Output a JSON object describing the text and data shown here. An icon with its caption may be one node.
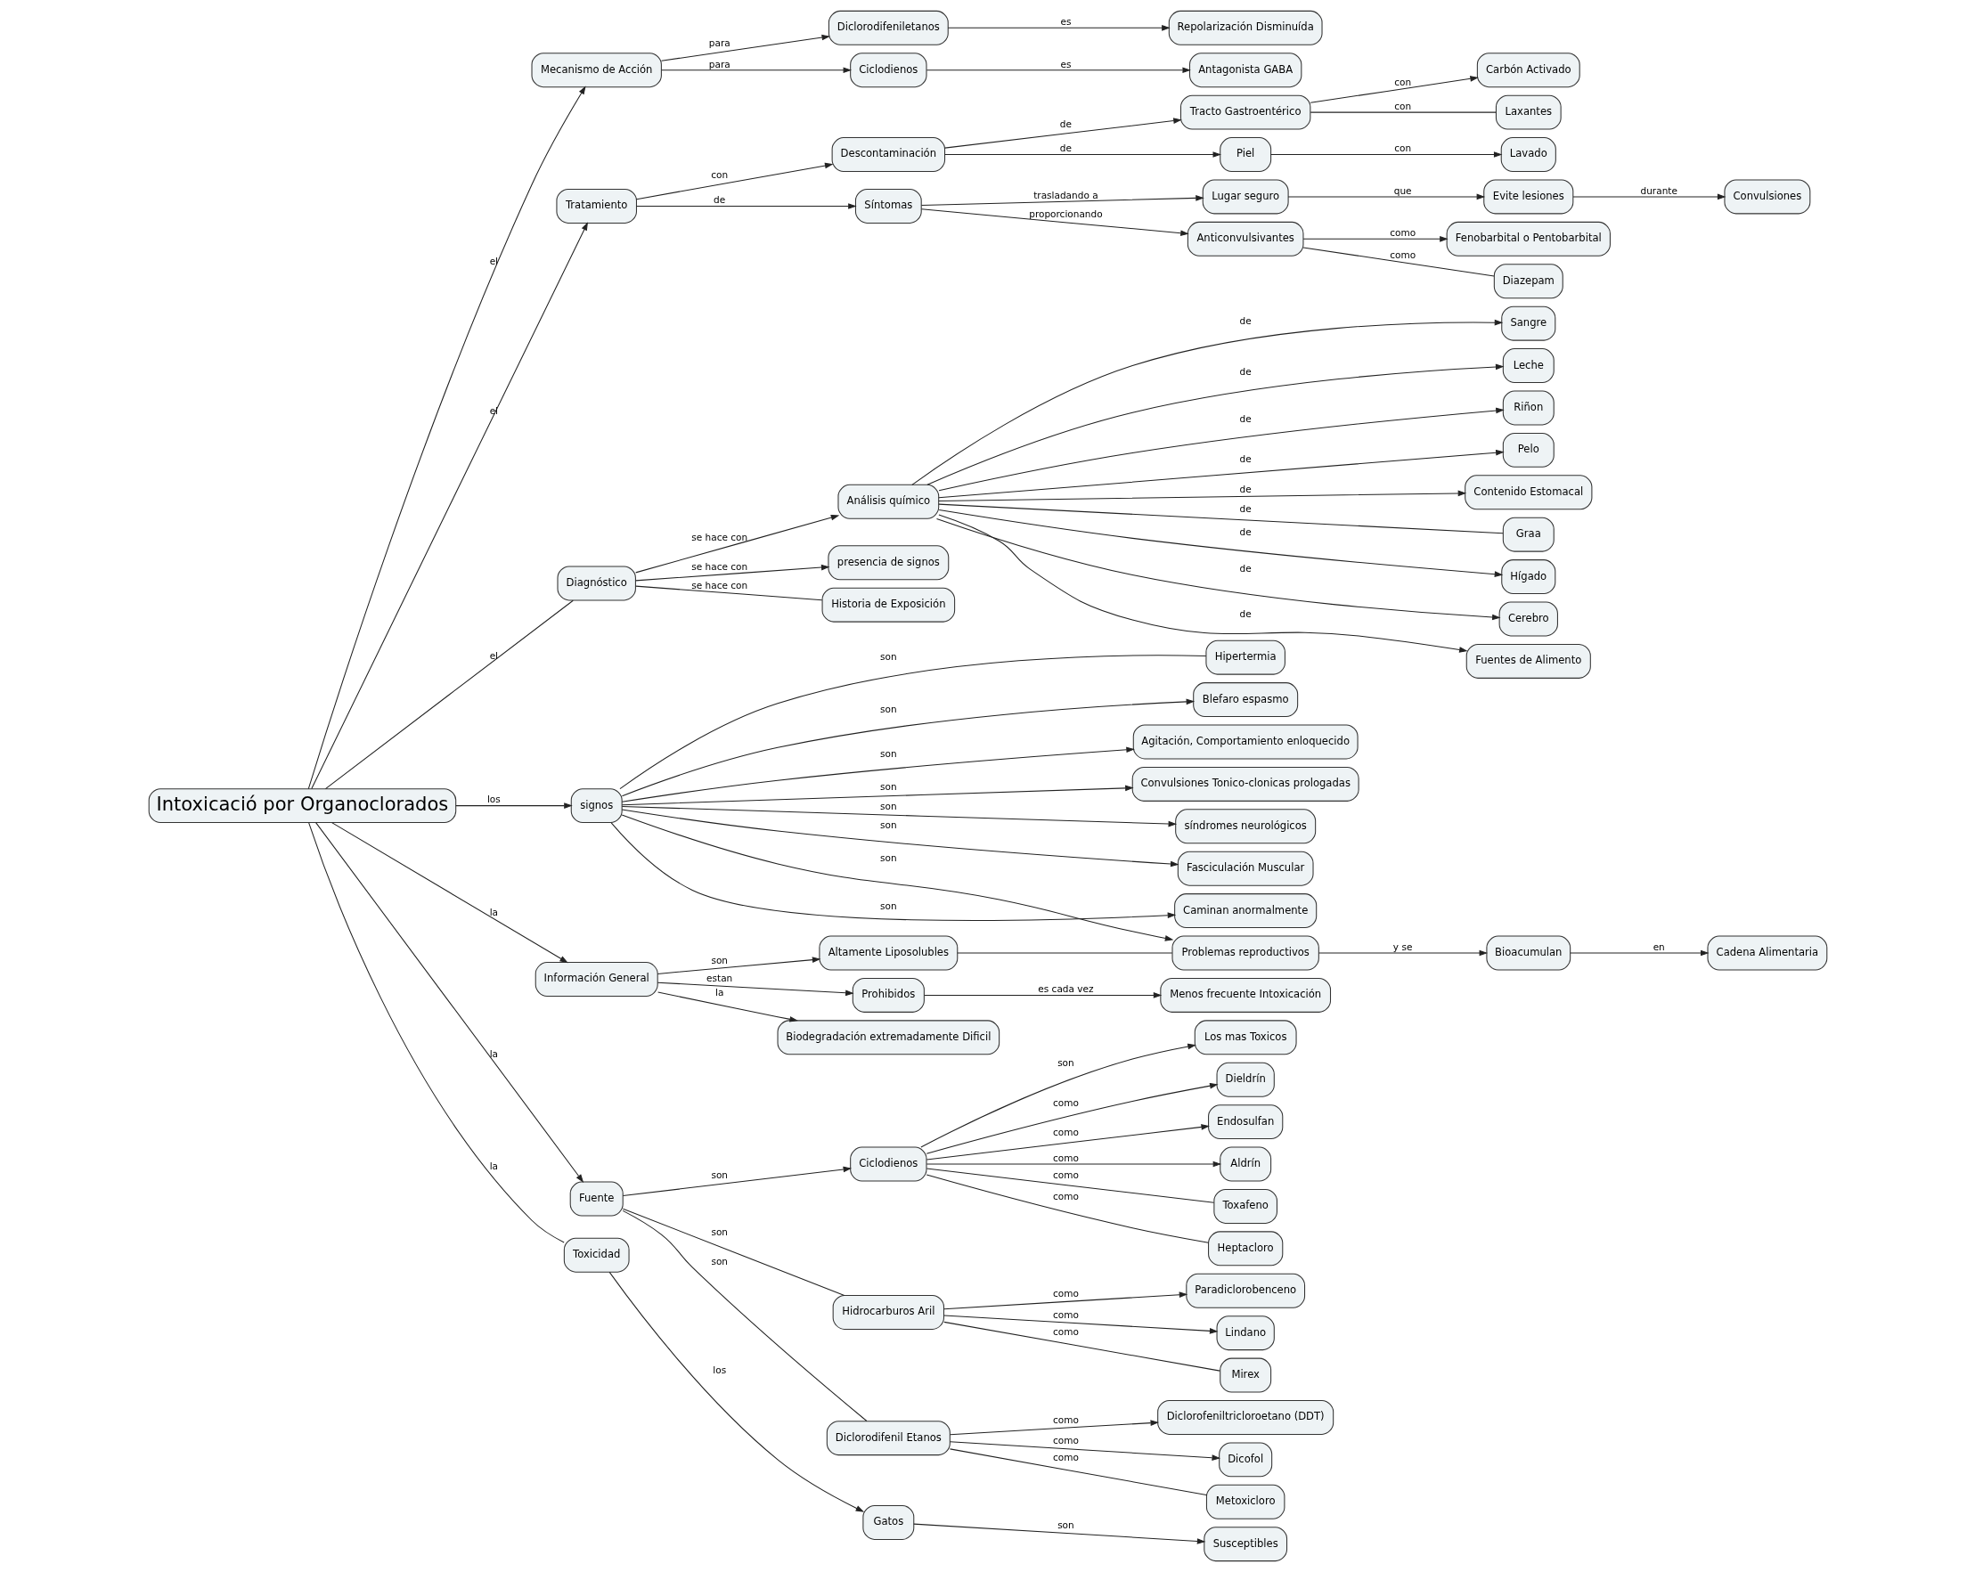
{
  "diagram": {
    "nodes": [
      {
        "text": [
          "Intoxicació por Organoclorados"
        ]
      },
      {
        "text": [
          "Mecanismo de Acción"
        ]
      },
      {
        "text": [
          "Diclorodifeniletanos"
        ]
      },
      {
        "text": [
          "Repolarización Disminuída"
        ]
      },
      {
        "text": [
          "Ciclodienos"
        ]
      },
      {
        "text": [
          "Antagonista GABA"
        ]
      },
      {
        "text": [
          "Tratamiento"
        ]
      },
      {
        "text": [
          "Descontaminación"
        ]
      },
      {
        "text": [
          "Tracto Gastroentérico"
        ]
      },
      {
        "text": [
          "Carbón Activado"
        ]
      },
      {
        "text": [
          "Laxantes"
        ]
      },
      {
        "text": [
          "Piel"
        ]
      },
      {
        "text": [
          "Lavado"
        ]
      },
      {
        "text": [
          "Síntomas"
        ]
      },
      {
        "text": [
          "Lugar seguro"
        ]
      },
      {
        "text": [
          "Evite lesiones"
        ]
      },
      {
        "text": [
          "Convulsiones"
        ]
      },
      {
        "text": [
          "Anticonvulsivantes"
        ]
      },
      {
        "text": [
          "Fenobarbital o Pentobarbital"
        ]
      },
      {
        "text": [
          "Diazepam"
        ]
      },
      {
        "text": [
          "Diagnóstico"
        ]
      },
      {
        "text": [
          "Análisis químico"
        ]
      },
      {
        "text": [
          "presencia de signos"
        ]
      },
      {
        "text": [
          "Historia de Exposición"
        ]
      },
      {
        "text": [
          "Hígado"
        ]
      },
      {
        "text": [
          "Cerebro"
        ]
      },
      {
        "text": [
          "Fuentes de Alimento"
        ]
      },
      {
        "text": [
          "Sangre"
        ]
      },
      {
        "text": [
          "Leche"
        ]
      },
      {
        "text": [
          "Riñon"
        ]
      },
      {
        "text": [
          "Pelo"
        ]
      },
      {
        "text": [
          "Contenido Estomacal"
        ]
      },
      {
        "text": [
          "Graa"
        ]
      },
      {
        "text": [
          "signos"
        ]
      },
      {
        "text": [
          "Blefaro espasmo"
        ]
      },
      {
        "text": [
          "Agitación, Comportamiento enloquecido"
        ]
      },
      {
        "text": [
          "Convulsiones Tonico-clonicas prologadas"
        ]
      },
      {
        "text": [
          "síndromes neurológicos"
        ]
      },
      {
        "text": [
          "Problemas reproductivos"
        ]
      },
      {
        "text": [
          "Bioacumulan"
        ]
      },
      {
        "text": [
          "Cadena Alimentaria"
        ]
      },
      {
        "text": [
          "Fasciculación Muscular"
        ]
      },
      {
        "text": [
          "Caminan anormalmente"
        ]
      },
      {
        "text": [
          "Hipertermia"
        ]
      },
      {
        "text": [
          "Información General"
        ]
      },
      {
        "text": [
          "Biodegradación extremadamente Dificil"
        ]
      },
      {
        "text": [
          "Altamente Liposolubles"
        ]
      },
      {
        "text": [
          "Prohibidos"
        ]
      },
      {
        "text": [
          "Menos frecuente Intoxicación"
        ]
      },
      {
        "text": [
          "Ciclodienos"
        ]
      },
      {
        "text": [
          "Los mas Toxicos"
        ]
      },
      {
        "text": [
          "Dieldrín"
        ]
      },
      {
        "text": [
          "Endosulfan"
        ]
      },
      {
        "text": [
          "Aldrín"
        ]
      },
      {
        "text": [
          "Toxafeno"
        ]
      },
      {
        "text": [
          "Heptacloro"
        ]
      },
      {
        "text": [
          "Fuente"
        ]
      },
      {
        "text": [
          "Hidrocarburos Aril"
        ]
      },
      {
        "text": [
          "Paradiclorobenceno"
        ]
      },
      {
        "text": [
          "Lindano"
        ]
      },
      {
        "text": [
          "Mirex"
        ]
      },
      {
        "text": [
          "Diclorodifenil Etanos"
        ]
      },
      {
        "text": [
          "Diclorofeniltricloroetano (DDT)"
        ]
      },
      {
        "text": [
          "Dicofol"
        ]
      },
      {
        "text": [
          "Metoxicloro"
        ]
      },
      {
        "text": [
          "Toxicidad"
        ]
      },
      {
        "text": [
          "Gatos"
        ]
      },
      {
        "text": [
          "Susceptibles"
        ]
      }
    ],
    "edges": [
      {
        "from": 0,
        "to": 1,
        "label": "el",
        "arrow": "to"
      },
      {
        "from": 0,
        "to": 6,
        "label": "el",
        "arrow": "to"
      },
      {
        "from": 0,
        "to": 20,
        "label": "el",
        "arrow": "none"
      },
      {
        "from": 1,
        "to": 2,
        "label": "para",
        "arrow": "to"
      },
      {
        "from": 1,
        "to": 4,
        "label": "para",
        "arrow": "to"
      },
      {
        "from": 2,
        "to": 3,
        "label": "es",
        "arrow": "to"
      },
      {
        "from": 4,
        "to": 5,
        "label": "es",
        "arrow": "to"
      },
      {
        "from": 6,
        "to": 7,
        "label": "con",
        "arrow": "to"
      },
      {
        "from": 6,
        "to": 13,
        "label": "de",
        "arrow": "to"
      },
      {
        "from": 7,
        "to": 8,
        "label": "de",
        "arrow": "to"
      },
      {
        "from": 7,
        "to": 11,
        "label": "de",
        "arrow": "to"
      },
      {
        "from": 8,
        "to": 9,
        "label": "con",
        "arrow": "to"
      },
      {
        "from": 8,
        "to": 10,
        "label": "con",
        "arrow": "none"
      },
      {
        "from": 11,
        "to": 12,
        "label": "con",
        "arrow": "to"
      },
      {
        "from": 13,
        "to": 14,
        "label": "trasladando a",
        "arrow": "to"
      },
      {
        "from": 13,
        "to": 17,
        "label": "proporcionando",
        "arrow": "to"
      },
      {
        "from": 14,
        "to": 15,
        "label": "que",
        "arrow": "to"
      },
      {
        "from": 15,
        "to": 16,
        "label": "durante",
        "arrow": "to"
      },
      {
        "from": 17,
        "to": 18,
        "label": "como",
        "arrow": "to"
      },
      {
        "from": 17,
        "to": 19,
        "label": "como",
        "arrow": "none"
      },
      {
        "from": 20,
        "to": 21,
        "label": "se hace con",
        "arrow": "to"
      },
      {
        "from": 20,
        "to": 22,
        "label": "se hace con",
        "arrow": "to"
      },
      {
        "from": 20,
        "to": 23,
        "label": "se hace con",
        "arrow": "none"
      },
      {
        "from": 21,
        "to": 24,
        "label": "de",
        "arrow": "to"
      },
      {
        "from": 21,
        "to": 25,
        "label": "de",
        "arrow": "to"
      },
      {
        "from": 21,
        "to": 26,
        "label": "de",
        "arrow": "to"
      },
      {
        "from": 21,
        "to": 27,
        "label": "de",
        "arrow": "to"
      },
      {
        "from": 21,
        "to": 28,
        "label": "de",
        "arrow": "to"
      },
      {
        "from": 21,
        "to": 29,
        "label": "de",
        "arrow": "to"
      },
      {
        "from": 21,
        "to": 30,
        "label": "de",
        "arrow": "to"
      },
      {
        "from": 21,
        "to": 31,
        "label": "de",
        "arrow": "to"
      },
      {
        "from": 21,
        "to": 32,
        "label": "de",
        "arrow": "none"
      },
      {
        "from": 0,
        "to": 33,
        "label": "los",
        "arrow": "to"
      },
      {
        "from": 33,
        "to": 34,
        "label": "son",
        "arrow": "to"
      },
      {
        "from": 33,
        "to": 35,
        "label": "son",
        "arrow": "to"
      },
      {
        "from": 33,
        "to": 36,
        "label": "son",
        "arrow": "to"
      },
      {
        "from": 33,
        "to": 37,
        "label": "son",
        "arrow": "to"
      },
      {
        "from": 33,
        "to": 38,
        "label": "son",
        "arrow": "to"
      },
      {
        "from": 33,
        "to": 41,
        "label": "son",
        "arrow": "to"
      },
      {
        "from": 33,
        "to": 42,
        "label": "son",
        "arrow": "to"
      },
      {
        "from": 33,
        "to": 43,
        "label": "son",
        "arrow": "none"
      },
      {
        "from": 38,
        "to": 39,
        "label": "y se",
        "arrow": "to"
      },
      {
        "from": 39,
        "to": 40,
        "label": "en",
        "arrow": "to"
      },
      {
        "from": 0,
        "to": 44,
        "label": "la",
        "arrow": "to"
      },
      {
        "from": 0,
        "to": 56,
        "label": "la",
        "arrow": "to"
      },
      {
        "from": 0,
        "to": 65,
        "label": "la",
        "arrow": "none"
      },
      {
        "from": 44,
        "to": 45,
        "label": "la",
        "arrow": "to"
      },
      {
        "from": 44,
        "to": 46,
        "label": "son",
        "arrow": "to"
      },
      {
        "from": 44,
        "to": 47,
        "label": "estan",
        "arrow": "to"
      },
      {
        "from": 46,
        "to": 38,
        "arrow": "none"
      },
      {
        "from": 47,
        "to": 48,
        "label": "es cada vez",
        "arrow": "to"
      },
      {
        "from": 49,
        "to": 50,
        "label": "son",
        "arrow": "to"
      },
      {
        "from": 49,
        "to": 51,
        "label": "como",
        "arrow": "to"
      },
      {
        "from": 49,
        "to": 52,
        "label": "como",
        "arrow": "to"
      },
      {
        "from": 49,
        "to": 53,
        "label": "como",
        "arrow": "to"
      },
      {
        "from": 49,
        "to": 54,
        "label": "como",
        "arrow": "none"
      },
      {
        "from": 49,
        "to": 55,
        "label": "como",
        "arrow": "none"
      },
      {
        "from": 56,
        "to": 49,
        "label": "son",
        "arrow": "to"
      },
      {
        "from": 56,
        "to": 57,
        "label": "son",
        "arrow": "none"
      },
      {
        "from": 56,
        "to": 61,
        "label": "son",
        "arrow": "none"
      },
      {
        "from": 57,
        "to": 58,
        "label": "como",
        "arrow": "to"
      },
      {
        "from": 57,
        "to": 59,
        "label": "como",
        "arrow": "to"
      },
      {
        "from": 57,
        "to": 60,
        "label": "como",
        "arrow": "none"
      },
      {
        "from": 61,
        "to": 62,
        "label": "como",
        "arrow": "to"
      },
      {
        "from": 61,
        "to": 63,
        "label": "como",
        "arrow": "to"
      },
      {
        "from": 61,
        "to": 64,
        "label": "como",
        "arrow": "none"
      },
      {
        "from": 65,
        "to": 66,
        "label": "los",
        "arrow": "to"
      },
      {
        "from": 66,
        "to": 67,
        "label": "son",
        "arrow": "to"
      }
    ]
  }
}
